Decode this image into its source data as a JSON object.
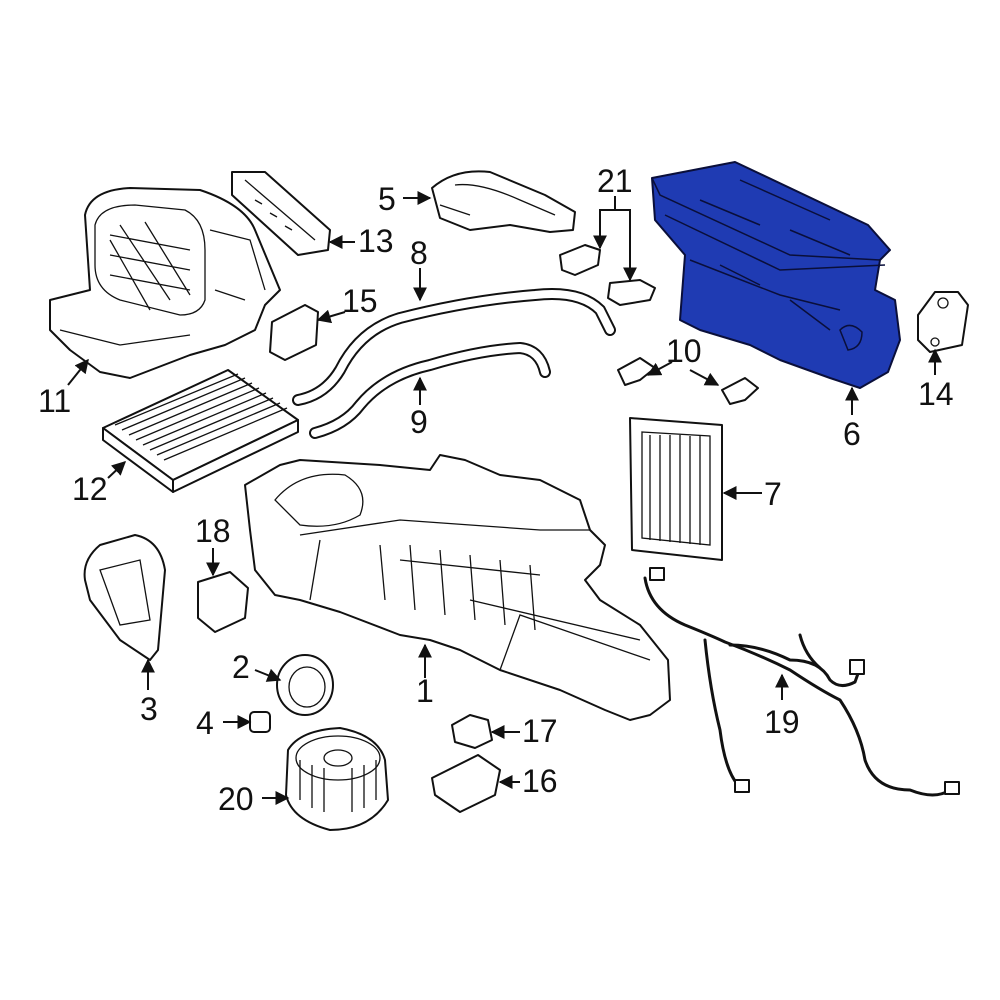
{
  "diagram": {
    "highlight_color": "#1f3bb3",
    "callouts": {
      "c1": "1",
      "c2": "2",
      "c3": "3",
      "c4": "4",
      "c5": "5",
      "c6": "6",
      "c7": "7",
      "c8": "8",
      "c9": "9",
      "c10": "10",
      "c11": "11",
      "c12": "12",
      "c13": "13",
      "c14": "14",
      "c15": "15",
      "c16": "16",
      "c17": "17",
      "c18": "18",
      "c19": "19",
      "c20": "20",
      "c21": "21"
    }
  }
}
